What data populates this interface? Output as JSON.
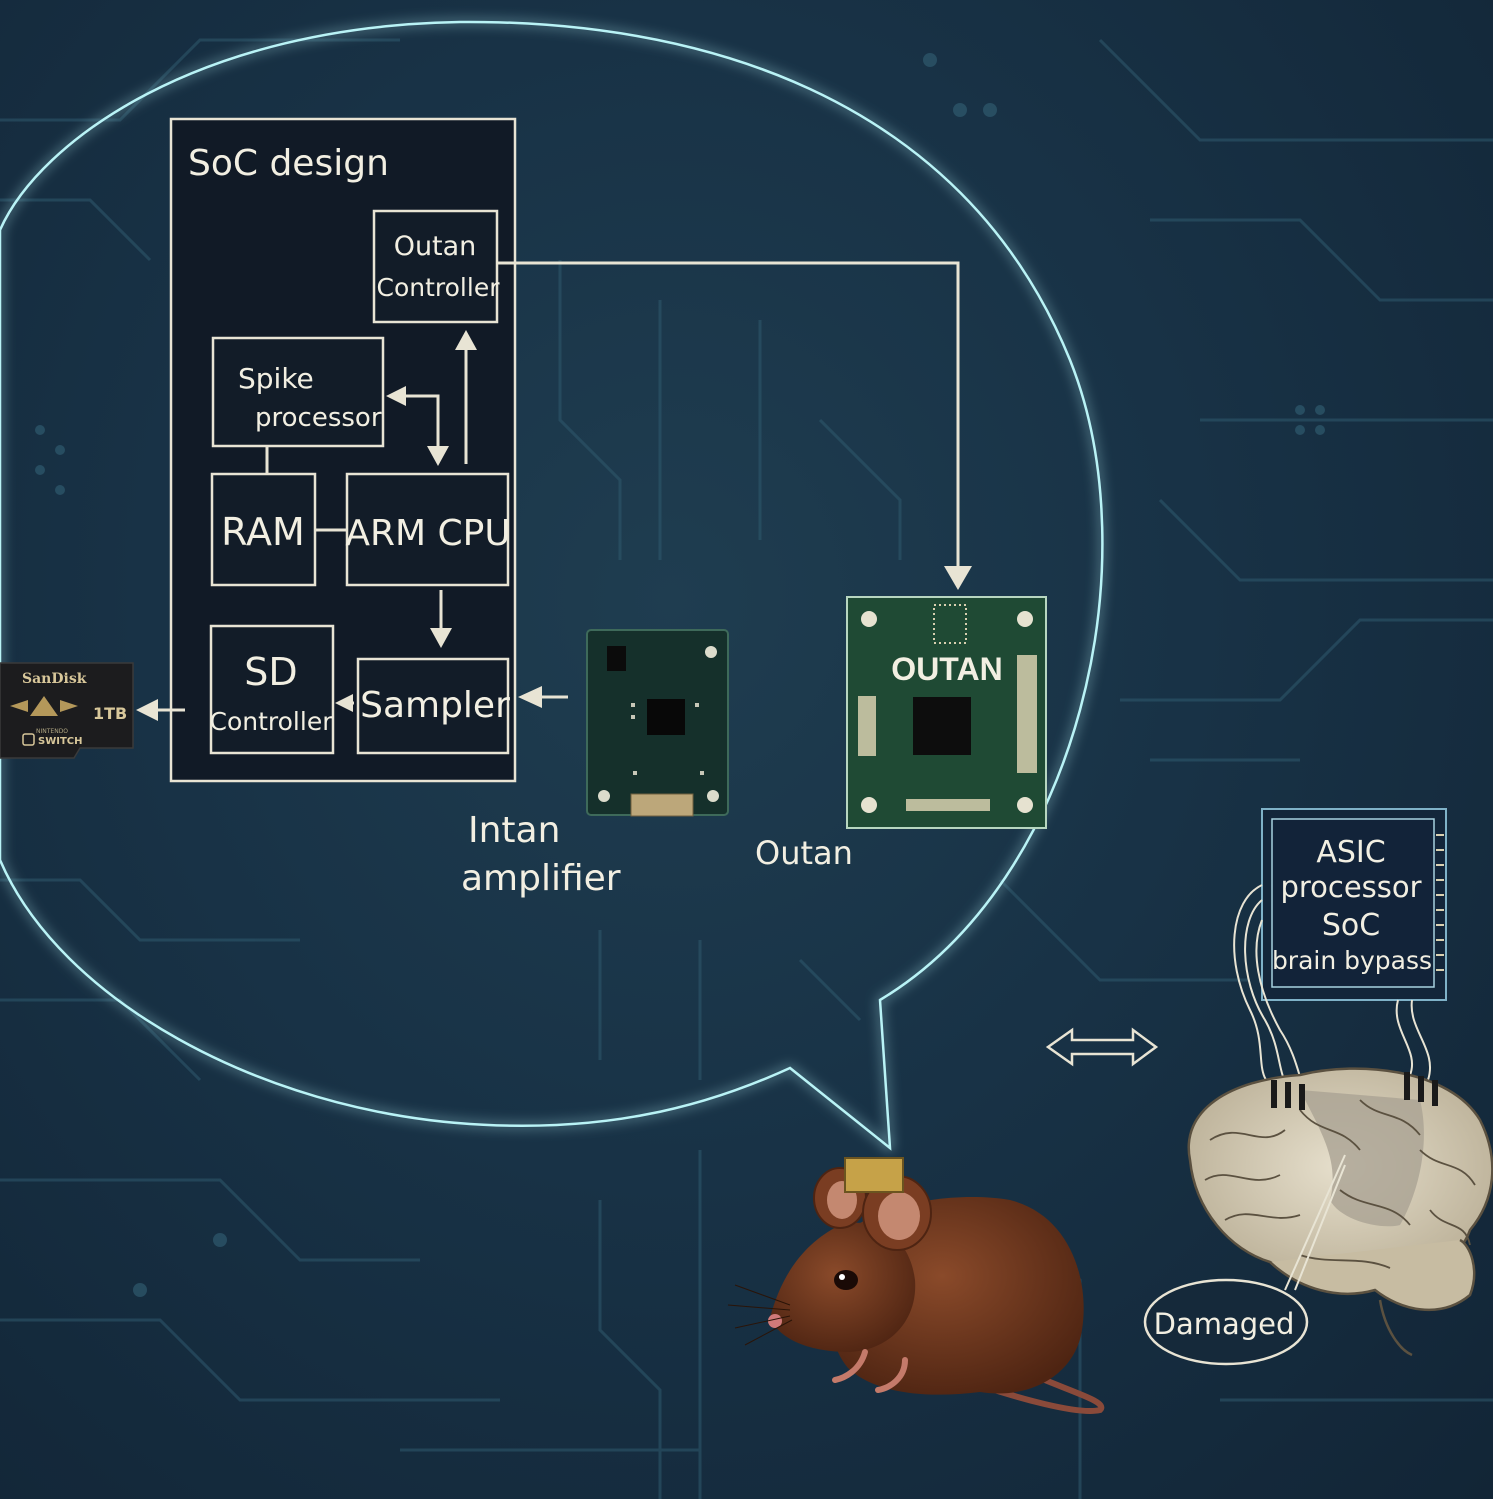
{
  "soc": {
    "title": "SoC design",
    "outan_controller": [
      "Outan",
      "Controller"
    ],
    "spike_processor": [
      "Spike",
      "processor"
    ],
    "ram": "RAM",
    "arm_cpu": "ARM CPU",
    "sd_controller": [
      "SD",
      "Controller"
    ],
    "sampler": "Sampler"
  },
  "sd_card": {
    "brand": "SanDisk",
    "capacity": "1TB",
    "line1": "NINTENDO",
    "line2": "SWITCH"
  },
  "intan_label": [
    "Intan",
    "amplifier"
  ],
  "outan_chip": {
    "text": "OUTAN"
  },
  "outan_label": "Outan",
  "asic": [
    "ASIC",
    "processor",
    "SoC",
    "brain bypass"
  ],
  "damaged_label": "Damaged",
  "colors": {
    "background": "#183246",
    "line": "#e8e4d4",
    "bubble_glow": "#9fe8f0",
    "pcb_green": "#1f4a34",
    "mouse": "#7a3d22",
    "brain": "#d8cfbb"
  }
}
